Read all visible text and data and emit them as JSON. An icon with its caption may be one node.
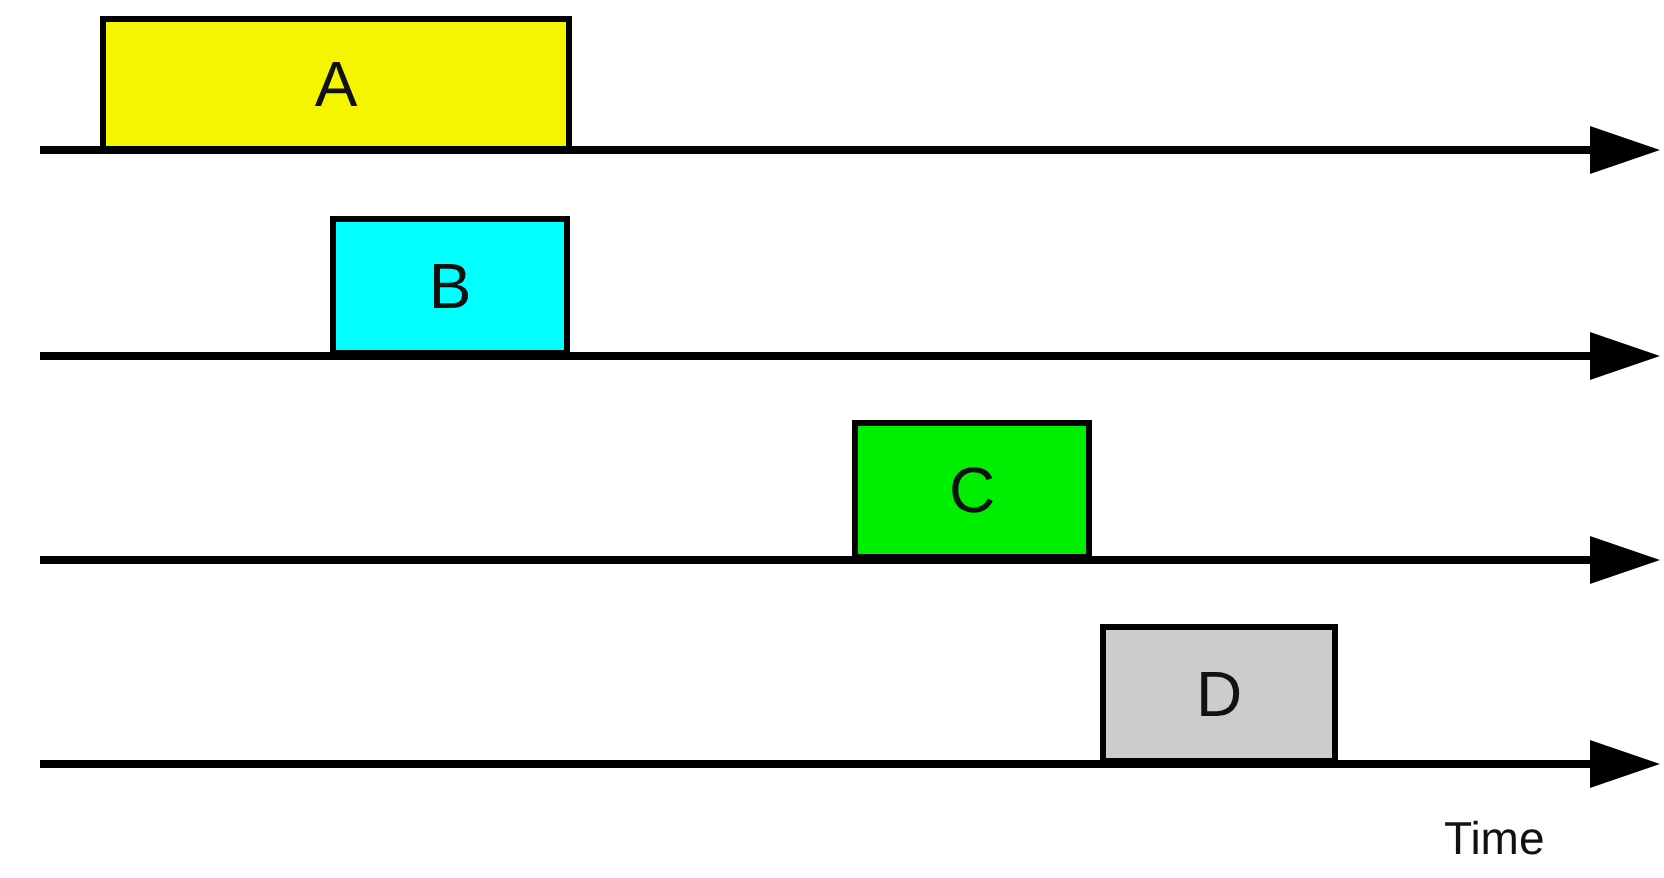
{
  "diagram": {
    "nodes": [
      {
        "text": [
          "A"
        ]
      },
      {
        "text": [
          "B"
        ]
      },
      {
        "text": [
          "C"
        ]
      },
      {
        "text": [
          "D"
        ]
      }
    ],
    "labels": [
      "Time"
    ]
  }
}
